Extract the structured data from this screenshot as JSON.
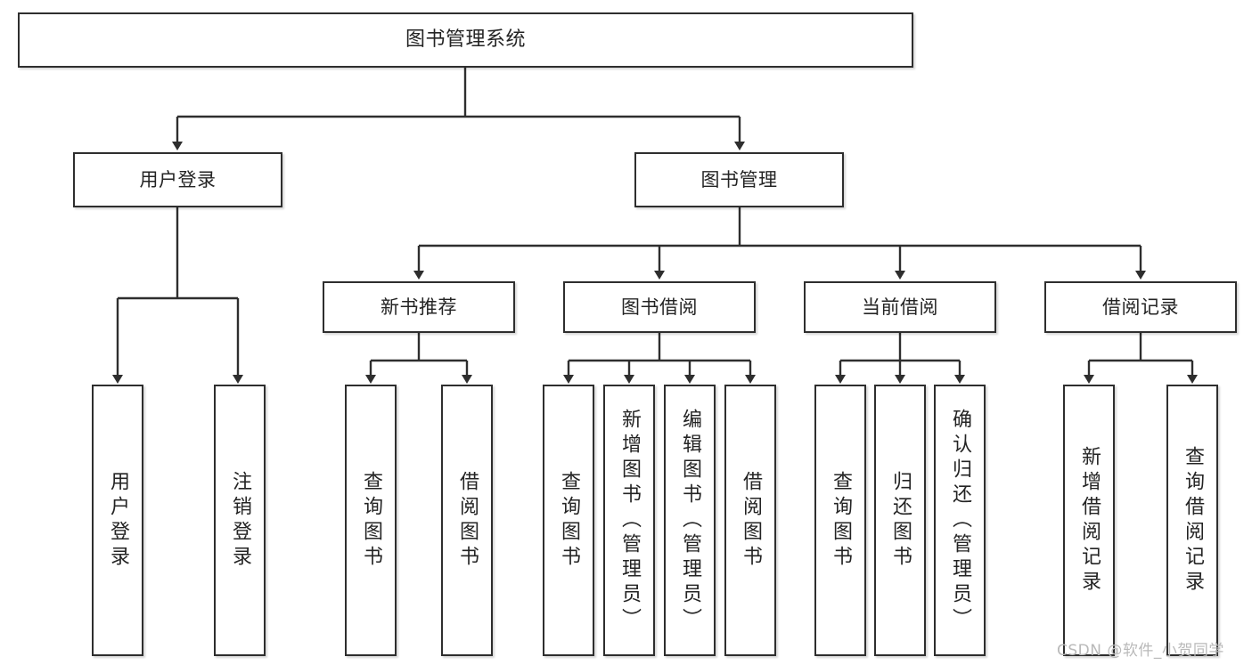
{
  "diagram": {
    "title": "图书管理系统",
    "type": "tree-hierarchy-diagram",
    "colors": {
      "box_border": "#2e2e2e",
      "box_fill": "#ffffff",
      "line": "#2e2e2e",
      "text": "#242424",
      "watermark": "#b9b9b9",
      "background": "#ffffff"
    },
    "levels": {
      "level1": "系统",
      "level2": "模块",
      "level3": "子模块",
      "level4": "功能"
    }
  },
  "nodes": {
    "root": {
      "label": "图书管理系统"
    },
    "level2": [
      {
        "label": "用户登录"
      },
      {
        "label": "图书管理"
      }
    ],
    "level3": [
      {
        "label": "新书推荐"
      },
      {
        "label": "图书借阅"
      },
      {
        "label": "当前借阅"
      },
      {
        "label": "借阅记录"
      }
    ],
    "login_leaves": [
      {
        "label": "用户登录"
      },
      {
        "label": "注销登录"
      }
    ],
    "new_book_leaves": [
      {
        "label": "查询图书"
      },
      {
        "label": "借阅图书"
      }
    ],
    "borrow_leaves": [
      {
        "label": "查询图书"
      },
      {
        "label": "新增图书（管理员）"
      },
      {
        "label": "编辑图书（管理员）"
      },
      {
        "label": "借阅图书"
      }
    ],
    "current_leaves": [
      {
        "label": "查询图书"
      },
      {
        "label": "归还图书"
      },
      {
        "label": "确认归还（管理员）"
      }
    ],
    "record_leaves": [
      {
        "label": "新增借阅记录"
      },
      {
        "label": "查询借阅记录"
      }
    ]
  },
  "watermark": {
    "text": "CSDN @软件_小贺同学"
  }
}
